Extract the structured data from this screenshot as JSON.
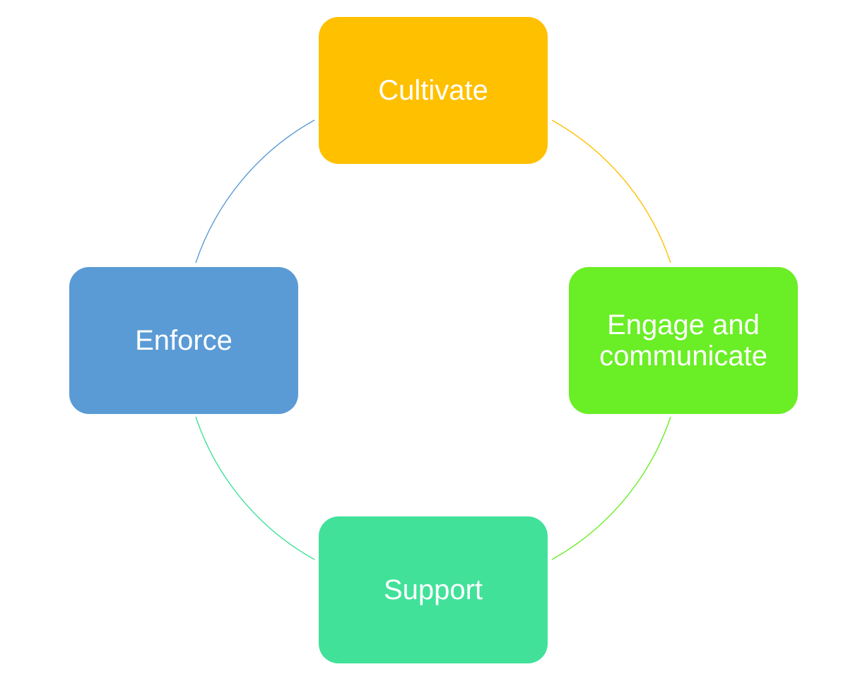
{
  "diagram": {
    "type": "cycle",
    "nodes": [
      {
        "id": "cultivate",
        "label": "Cultivate",
        "color": "#FFC000"
      },
      {
        "id": "engage",
        "label": "Engage and\ncommunicate",
        "color": "#6AEE25"
      },
      {
        "id": "support",
        "label": "Support",
        "color": "#41E199"
      },
      {
        "id": "enforce",
        "label": "Enforce",
        "color": "#5B9BD5"
      }
    ],
    "connectors": [
      {
        "from": "cultivate",
        "to": "engage",
        "color": "#FFC000"
      },
      {
        "from": "engage",
        "to": "support",
        "color": "#6AEE25"
      },
      {
        "from": "support",
        "to": "enforce",
        "color": "#41E199"
      },
      {
        "from": "enforce",
        "to": "cultivate",
        "color": "#5B9BD5"
      }
    ]
  }
}
